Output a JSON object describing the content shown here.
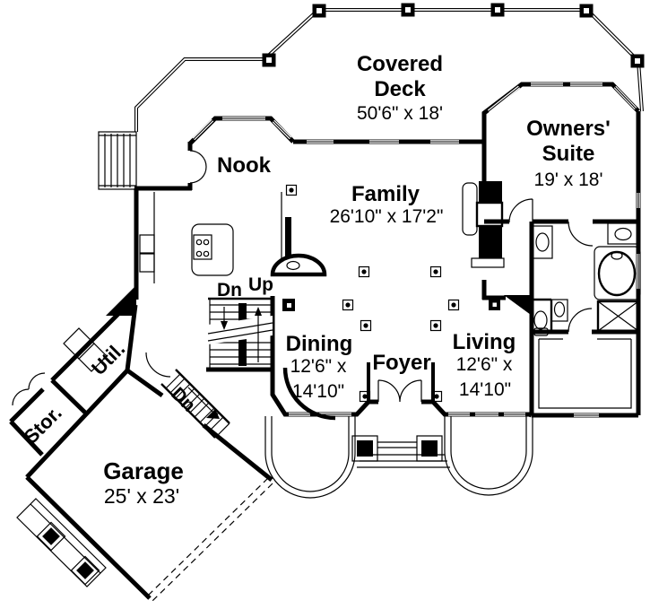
{
  "colors": {
    "ink": "#000000",
    "paper": "#ffffff"
  },
  "rooms": {
    "covered_deck": {
      "name_l1": "Covered",
      "name_l2": "Deck",
      "dims": "50'6\" x 18'"
    },
    "owners_suite": {
      "name_l1": "Owners'",
      "name_l2": "Suite",
      "dims": "19' x 18'"
    },
    "family": {
      "name": "Family",
      "dims": "26'10\" x 17'2\""
    },
    "nook": {
      "name": "Nook"
    },
    "dining": {
      "name": "Dining",
      "dims_l1": "12'6\" x",
      "dims_l2": "14'10\""
    },
    "foyer": {
      "name": "Foyer"
    },
    "living": {
      "name": "Living",
      "dims_l1": "12'6\" x",
      "dims_l2": "14'10\""
    },
    "garage": {
      "name": "Garage",
      "dims": "25' x 23'"
    },
    "utility": {
      "name": "Util."
    },
    "storage": {
      "name": "Stor."
    }
  },
  "stairs": {
    "down_label": "Dn",
    "up_label": "Up",
    "garage_down_label": "Dn"
  }
}
